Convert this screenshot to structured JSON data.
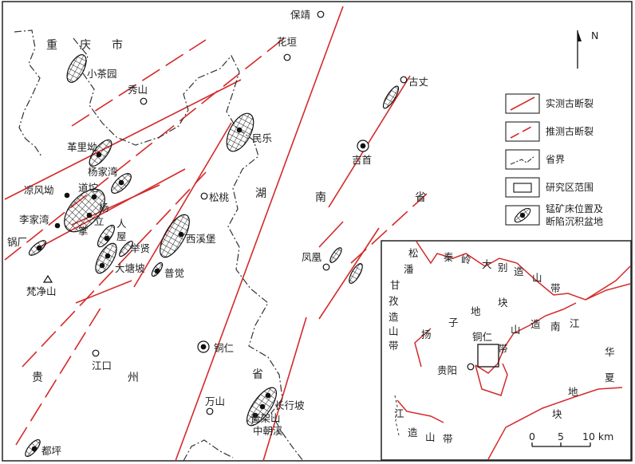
{
  "colors": {
    "fault": "#d42a2a",
    "boundary": "#333333",
    "deposit": "#111111",
    "frame": "#222222"
  },
  "north": "N",
  "legend": {
    "measured_fault": "实测古断裂",
    "inferred_fault": "推测古断裂",
    "province_boundary": "省界",
    "study_area": "研究区范围",
    "deposit_line1": "锰矿床位置及",
    "deposit_line2": "断陷沉积盆地"
  },
  "provinces": {
    "chongqing": [
      "重",
      "庆",
      "市"
    ],
    "hunan": [
      "湖",
      "南",
      "省"
    ],
    "guizhou": [
      "贵",
      "州",
      "省"
    ]
  },
  "places": {
    "baojing": "保靖",
    "huayuan": "花垣",
    "xiushan": "秀山",
    "guzhang": "古丈",
    "jishou": "吉首",
    "songtao": "松桃",
    "fenghuang": "凤凰",
    "tongren": "铜仁",
    "jiangkou": "江口",
    "wanshan": "万山",
    "fanjingshan": "梵净山"
  },
  "deposits": {
    "xiaochayuan": "小茶园",
    "geliao": "革里坳",
    "minle": "民乐",
    "yangjiawan": "杨家湾",
    "liangfengao": "凉风坳",
    "daota": "道坨",
    "lijiawan": "李家湾",
    "yang": "杨",
    "li": "立",
    "zhang": "掌",
    "renwu": [
      "人",
      "屋"
    ],
    "guochang": "锅厂",
    "juxian": "举贤",
    "xixibao": "西溪堡",
    "datangpo": "大塘坡",
    "pujue": "普觉",
    "changxingpo": "长行坡",
    "gaojiashan": "嗇架山",
    "zhongchaoxi": "中朝溪",
    "douping": "都坪"
  },
  "inset": {
    "songpan": [
      "松",
      "潘"
    ],
    "ganzi": [
      "甘",
      "孜",
      "造",
      "山",
      "带"
    ],
    "qinling": [
      "秦",
      "岭",
      "大",
      "别",
      "造",
      "山",
      "带"
    ],
    "yangzi": [
      "扬",
      "子",
      "地",
      "块"
    ],
    "tongren": "铜仁",
    "guiyang": "贵阳",
    "jiangnan": [
      "山",
      "造",
      "南",
      "江",
      "带"
    ],
    "huaxia": [
      "华",
      "夏",
      "地",
      "块"
    ],
    "sanjiang": [
      "江",
      "造",
      "山",
      "带"
    ],
    "scale": [
      "0",
      "5",
      "10 km"
    ]
  }
}
